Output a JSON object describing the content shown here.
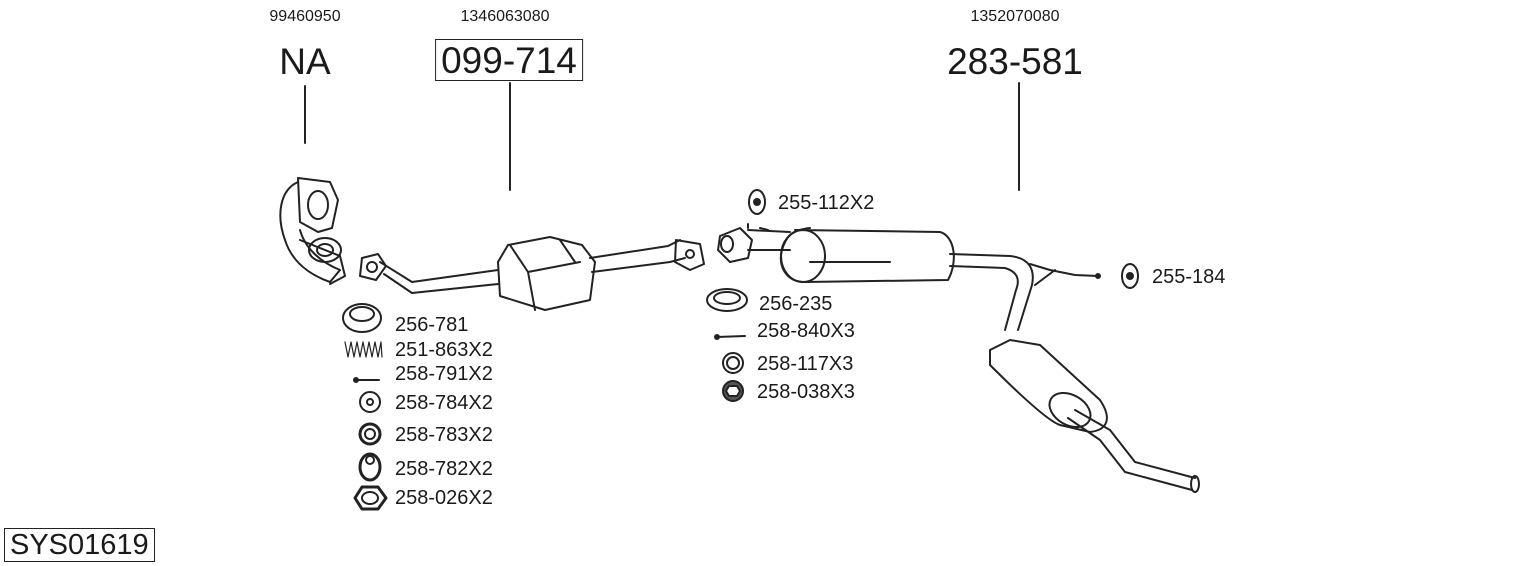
{
  "groups": [
    {
      "oe_number": "99460950",
      "part_number": "NA",
      "boxed": false
    },
    {
      "oe_number": "1346063080",
      "part_number": "099-714",
      "boxed": true
    },
    {
      "oe_number": "1352070080",
      "part_number": "283-581",
      "boxed": false
    }
  ],
  "fittings_left": [
    {
      "label": "256-781",
      "icon": "gasket-ring-icon"
    },
    {
      "label": "251-863X2",
      "icon": "spring-icon"
    },
    {
      "label": "258-791X2",
      "icon": "bolt-icon"
    },
    {
      "label": "258-784X2",
      "icon": "washer-icon"
    },
    {
      "label": "258-783X2",
      "icon": "spring-washer-icon"
    },
    {
      "label": "258-782X2",
      "icon": "bush-icon"
    },
    {
      "label": "258-026X2",
      "icon": "hex-nut-icon"
    }
  ],
  "fittings_right": [
    {
      "label": "255-112X2",
      "icon": "rubber-mount-icon"
    },
    {
      "label": "256-235",
      "icon": "gasket-ring-icon"
    },
    {
      "label": "258-840X3",
      "icon": "bolt-icon"
    },
    {
      "label": "258-117X3",
      "icon": "washer-icon"
    },
    {
      "label": "258-038X3",
      "icon": "flange-nut-icon"
    },
    {
      "label": "255-184",
      "icon": "rubber-mount-icon"
    }
  ],
  "system_id": "SYS01619"
}
